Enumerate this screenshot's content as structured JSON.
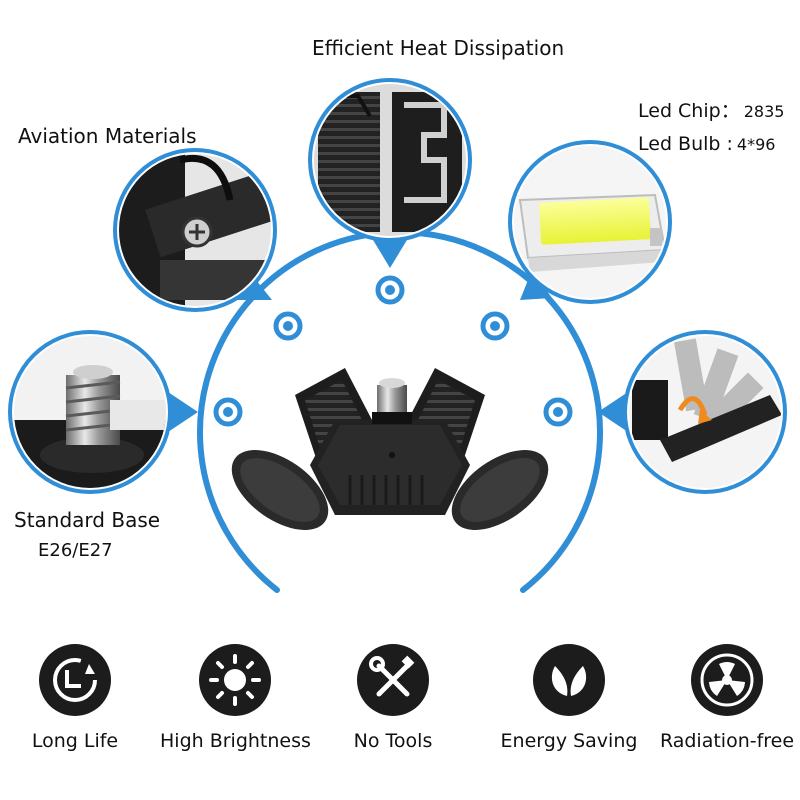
{
  "colors": {
    "accent": "#2f8ed6",
    "dark": "#1c1c1c",
    "text": "#111111"
  },
  "callouts": {
    "heat": "Efficient Heat Dissipation",
    "aviation": "Aviation Materials",
    "base_title": "Standard Base",
    "base_sub": "E26/E27"
  },
  "specs": {
    "chip_label": "Led Chip：",
    "chip_value": "2835",
    "bulb_label": "Led Bulb :",
    "bulb_value": "4*96"
  },
  "features": [
    {
      "label": "Long Life",
      "icon": "clock-icon"
    },
    {
      "label": "High Brightness",
      "icon": "sun-icon"
    },
    {
      "label": "No Tools",
      "icon": "tools-icon"
    },
    {
      "label": "Energy Saving",
      "icon": "leaf-icon"
    },
    {
      "label": "Radiation-free",
      "icon": "radiation-icon"
    }
  ]
}
